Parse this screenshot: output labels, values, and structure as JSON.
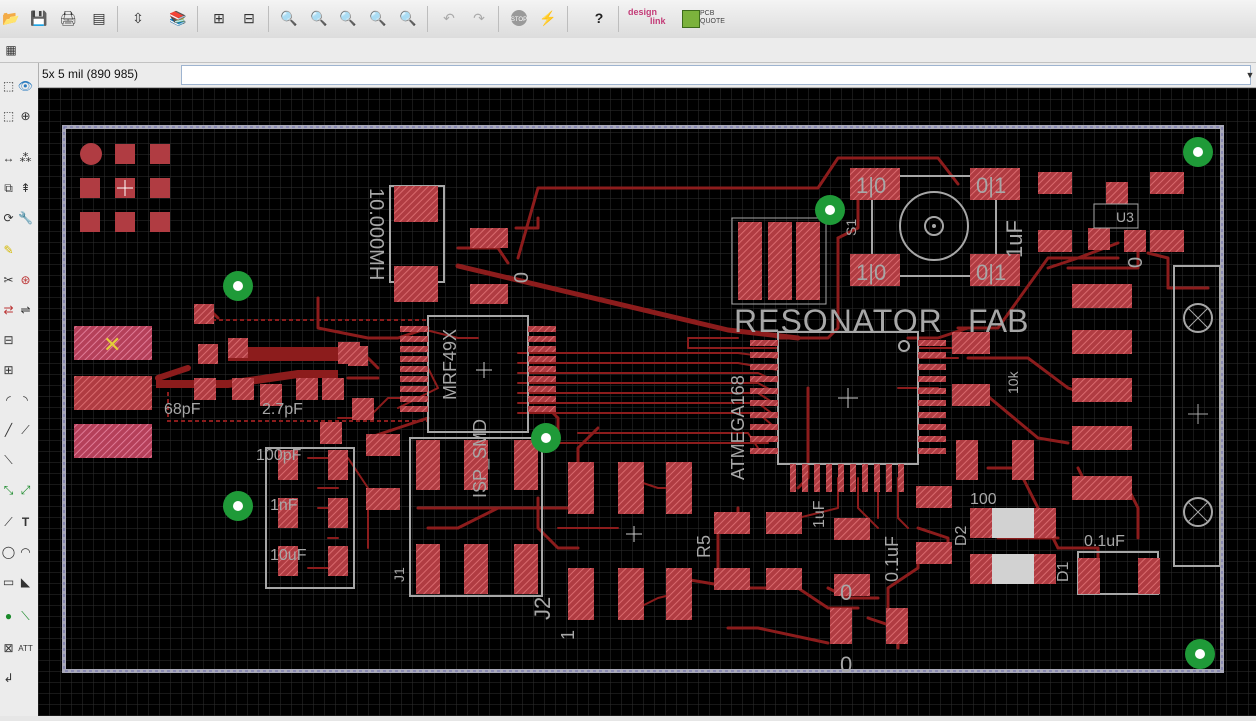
{
  "toolbar": {
    "icons": [
      "open-icon",
      "save-icon",
      "print-icon",
      "cam-icon",
      "script-icon",
      "library-icon",
      "drc-icon",
      "erc-icon",
      "zoom-fit-icon",
      "zoom-in-icon",
      "zoom-out-icon",
      "zoom-redraw-icon",
      "zoom-select-icon",
      "undo-icon",
      "redo-icon",
      "stop-icon",
      "go-icon",
      "help-icon"
    ],
    "designlink_line1": "design",
    "designlink_line2": "link",
    "pcbquote_line1": "PCB",
    "pcbquote_line2": "QUOTE"
  },
  "command": {
    "grid_info": "5x 5 mil (890 985)",
    "value": ""
  },
  "board": {
    "labels": {
      "resonator": "RESONATOR",
      "fab": "FAB",
      "atmega": "ATMEGA168",
      "mrf": "MRF49X",
      "crystal": "10.000MH",
      "isp_smd": "ISP_SMD",
      "j1": "J1",
      "j2": "J2",
      "one": "1",
      "c68": "68pF",
      "c27": "2.7pF",
      "c100p": "100pF",
      "c1n": "1nF",
      "c10u": "10uF",
      "c1u": "1uF",
      "r10k": "10k",
      "r100": "100",
      "r0": "0",
      "r5": "R5",
      "c01u": "0.1uF",
      "d1": "D1",
      "d2": "D2",
      "s1": "S1",
      "u3": "U3",
      "pad_10": "1|0",
      "pad_01": "0|1"
    }
  },
  "colors": {
    "canvas": "#000000",
    "copper": "#8c1c1c",
    "pad": "#b9434a",
    "silk": "#a7a7a7",
    "via": "#1f9a38"
  }
}
